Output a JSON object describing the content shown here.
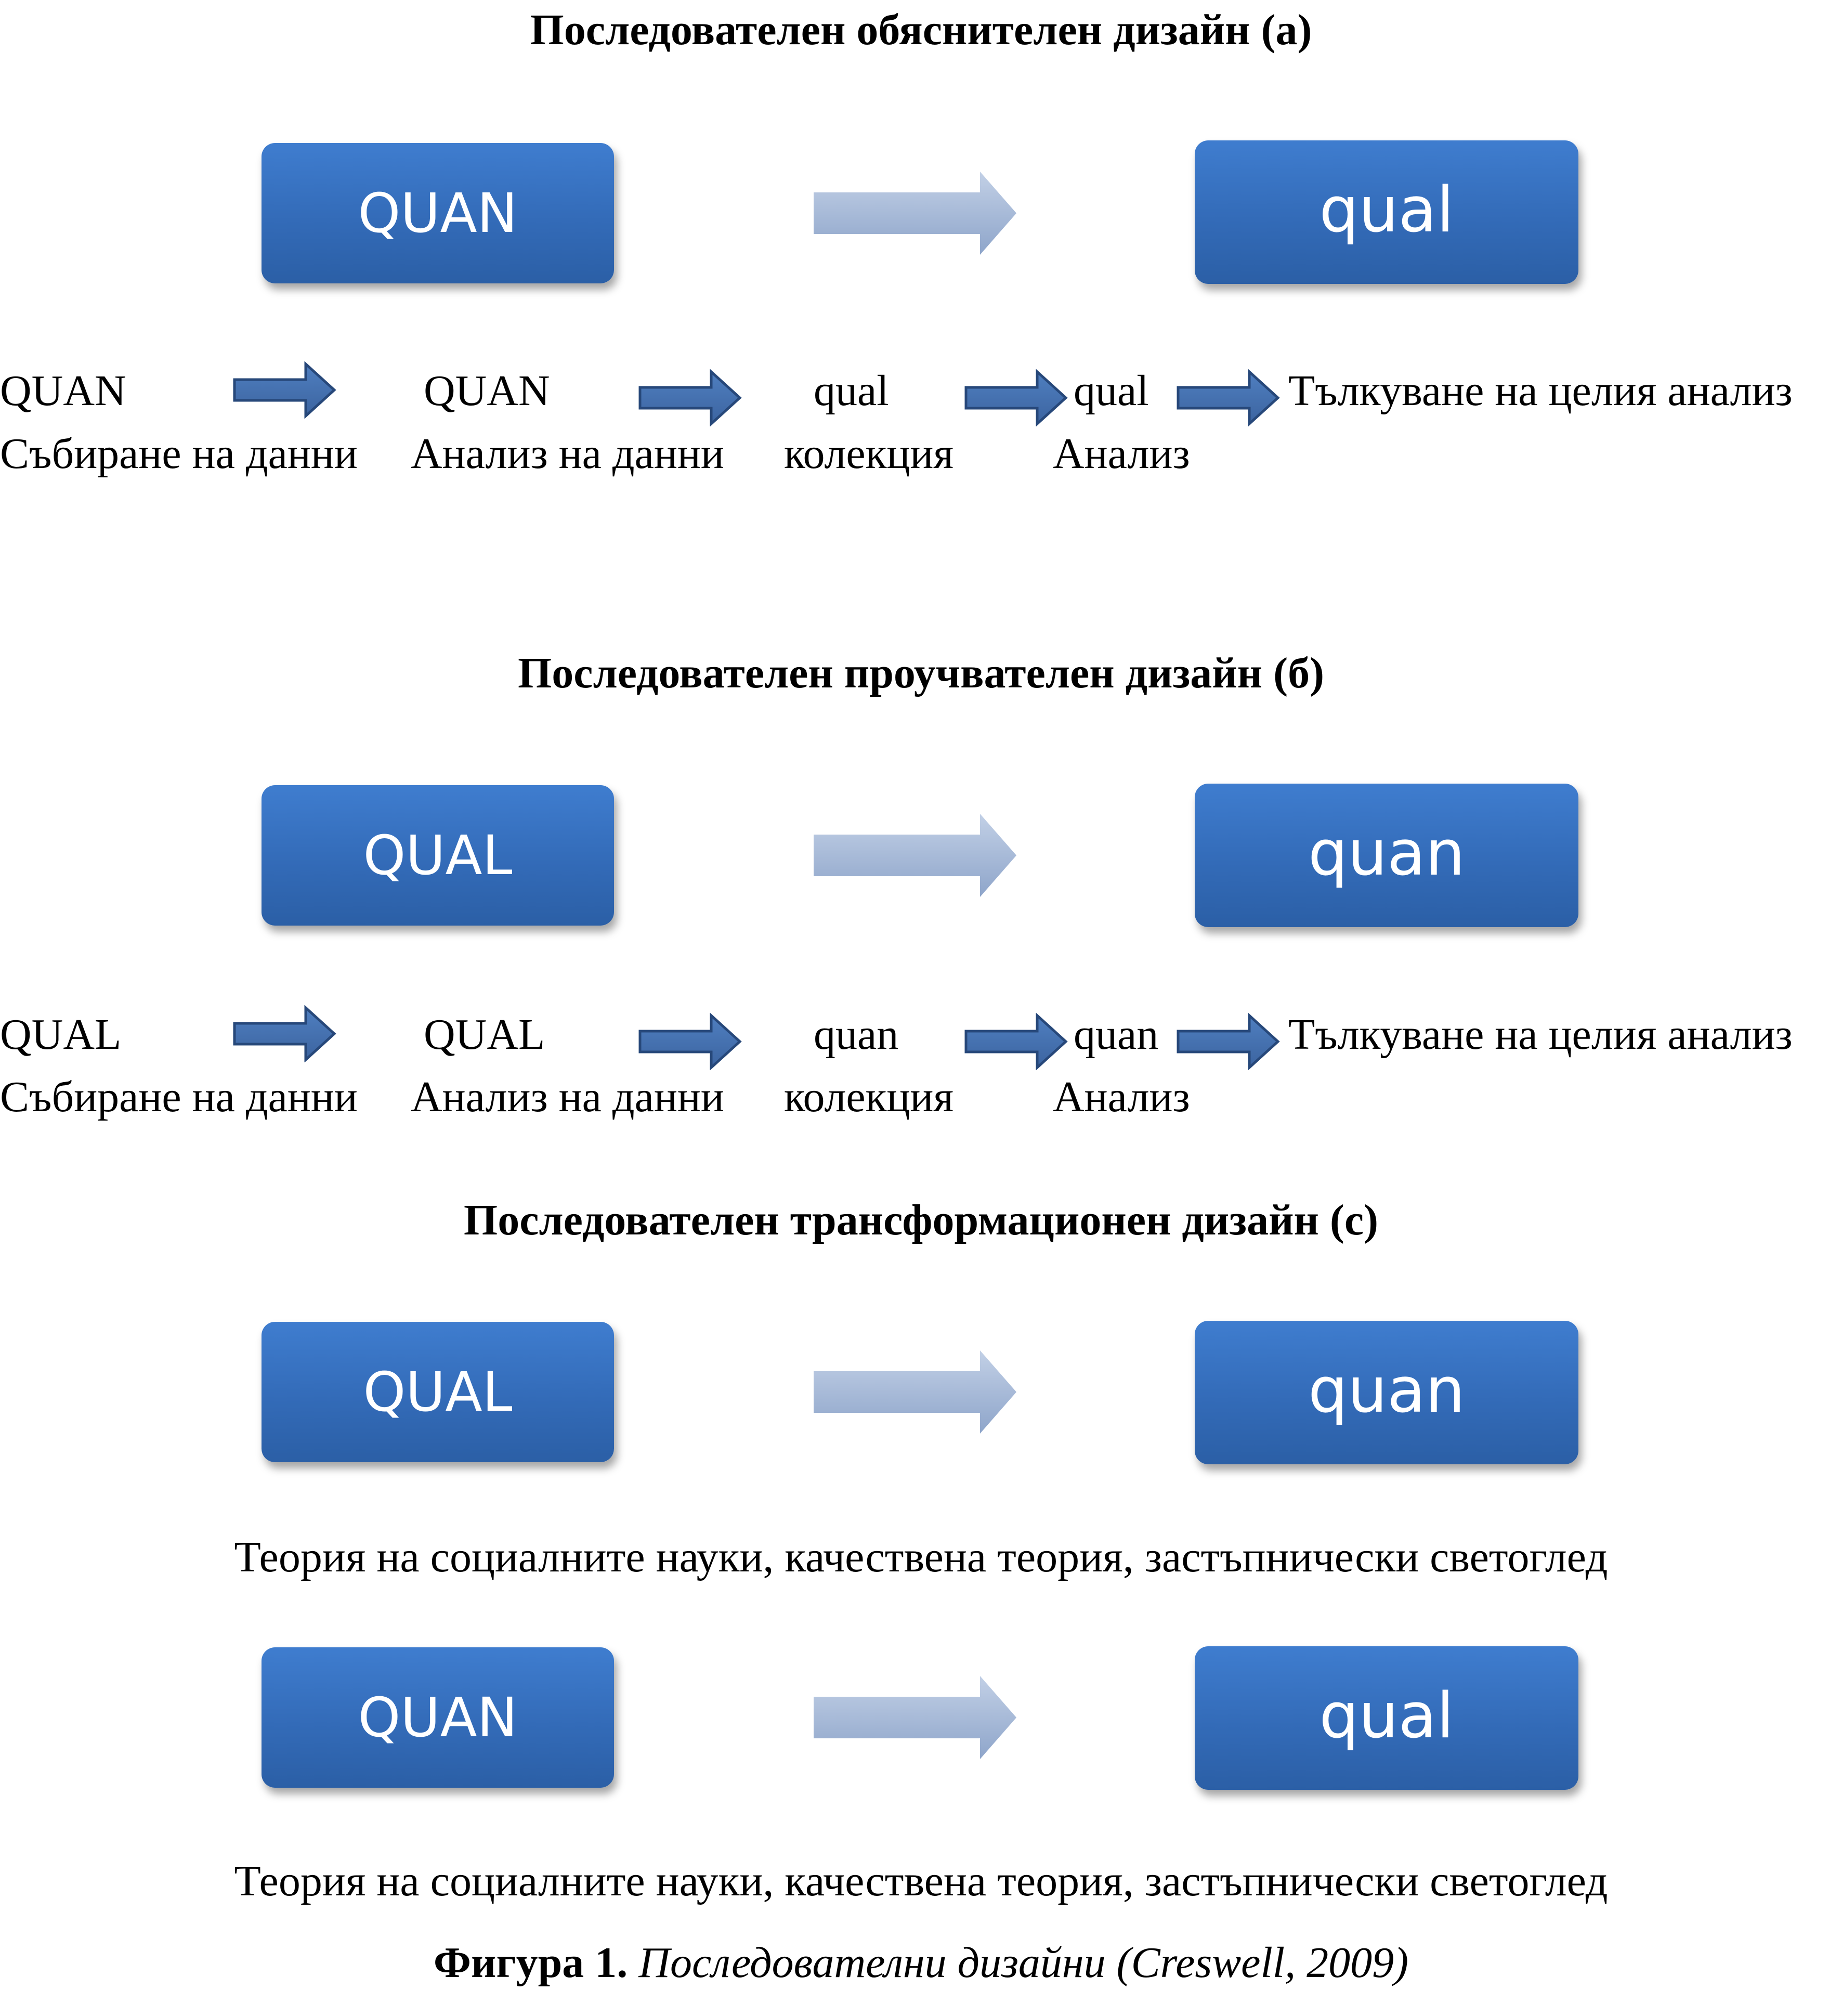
{
  "sections": [
    {
      "title": "Последователен обяснителен дизайн (а)",
      "left_box": "QUAN",
      "right_box": "qual",
      "steps": [
        {
          "top": "QUAN",
          "bottom": "Събиране на данни"
        },
        {
          "top": "QUAN",
          "bottom": "Анализ на данни"
        },
        {
          "top": "qual",
          "bottom": "колекция"
        },
        {
          "top": "qual",
          "bottom": "Анализ"
        },
        {
          "top": "Тълкуване на целия анализ",
          "bottom": ""
        }
      ]
    },
    {
      "title": "Последователен проучвателен дизайн (б)",
      "left_box": "QUAL",
      "right_box": "quan",
      "steps": [
        {
          "top": "QUAL",
          "bottom": "Събиране на данни"
        },
        {
          "top": "QUAL",
          "bottom": "Анализ на данни"
        },
        {
          "top": "quan",
          "bottom": "колекция"
        },
        {
          "top": "quan",
          "bottom": "Анализ"
        },
        {
          "top": "Тълкуване на целия анализ",
          "bottom": ""
        }
      ]
    },
    {
      "title": "Последователен трансформационен дизайн (с)",
      "pairs": [
        {
          "left_box": "QUAL",
          "right_box": "quan",
          "caption": "Теория на социалните науки, качествена теория, застъпнически светоглед"
        },
        {
          "left_box": "QUAN",
          "right_box": "qual",
          "caption": "Теория на социалните науки, качествена теория, застъпнически светоглед"
        }
      ]
    }
  ],
  "figure_caption": {
    "label": "Фигура 1.",
    "text": "Последователни дизайни (Creswell, 2009)"
  },
  "colors": {
    "box_fill": "#3a74c4",
    "big_arrow_fill": "#a3b6d6",
    "small_arrow_fill": "#4672b0",
    "small_arrow_outline": "#27487a"
  }
}
